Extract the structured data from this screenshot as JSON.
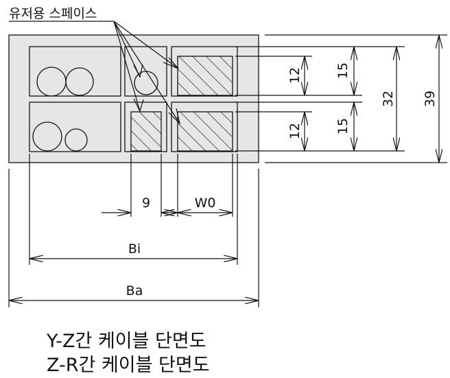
{
  "diagram": {
    "space_label": "유저용 스페이스",
    "dims": {
      "h_inner_top": "12",
      "h_outer_top": "15",
      "h_inner_bottom": "12",
      "h_outer_bottom": "15",
      "h_inner_total": "32",
      "h_outer_total": "39",
      "w_small": "9",
      "w_compartment": "W0",
      "w_inner": "Bi",
      "w_outer": "Ba"
    },
    "captions": [
      "Y-Z간 케이블 단면도",
      "Z-R간 케이블 단면도"
    ],
    "colors": {
      "frame_fill": "#e6e6e6",
      "stroke": "#111111",
      "background": "#ffffff"
    }
  }
}
